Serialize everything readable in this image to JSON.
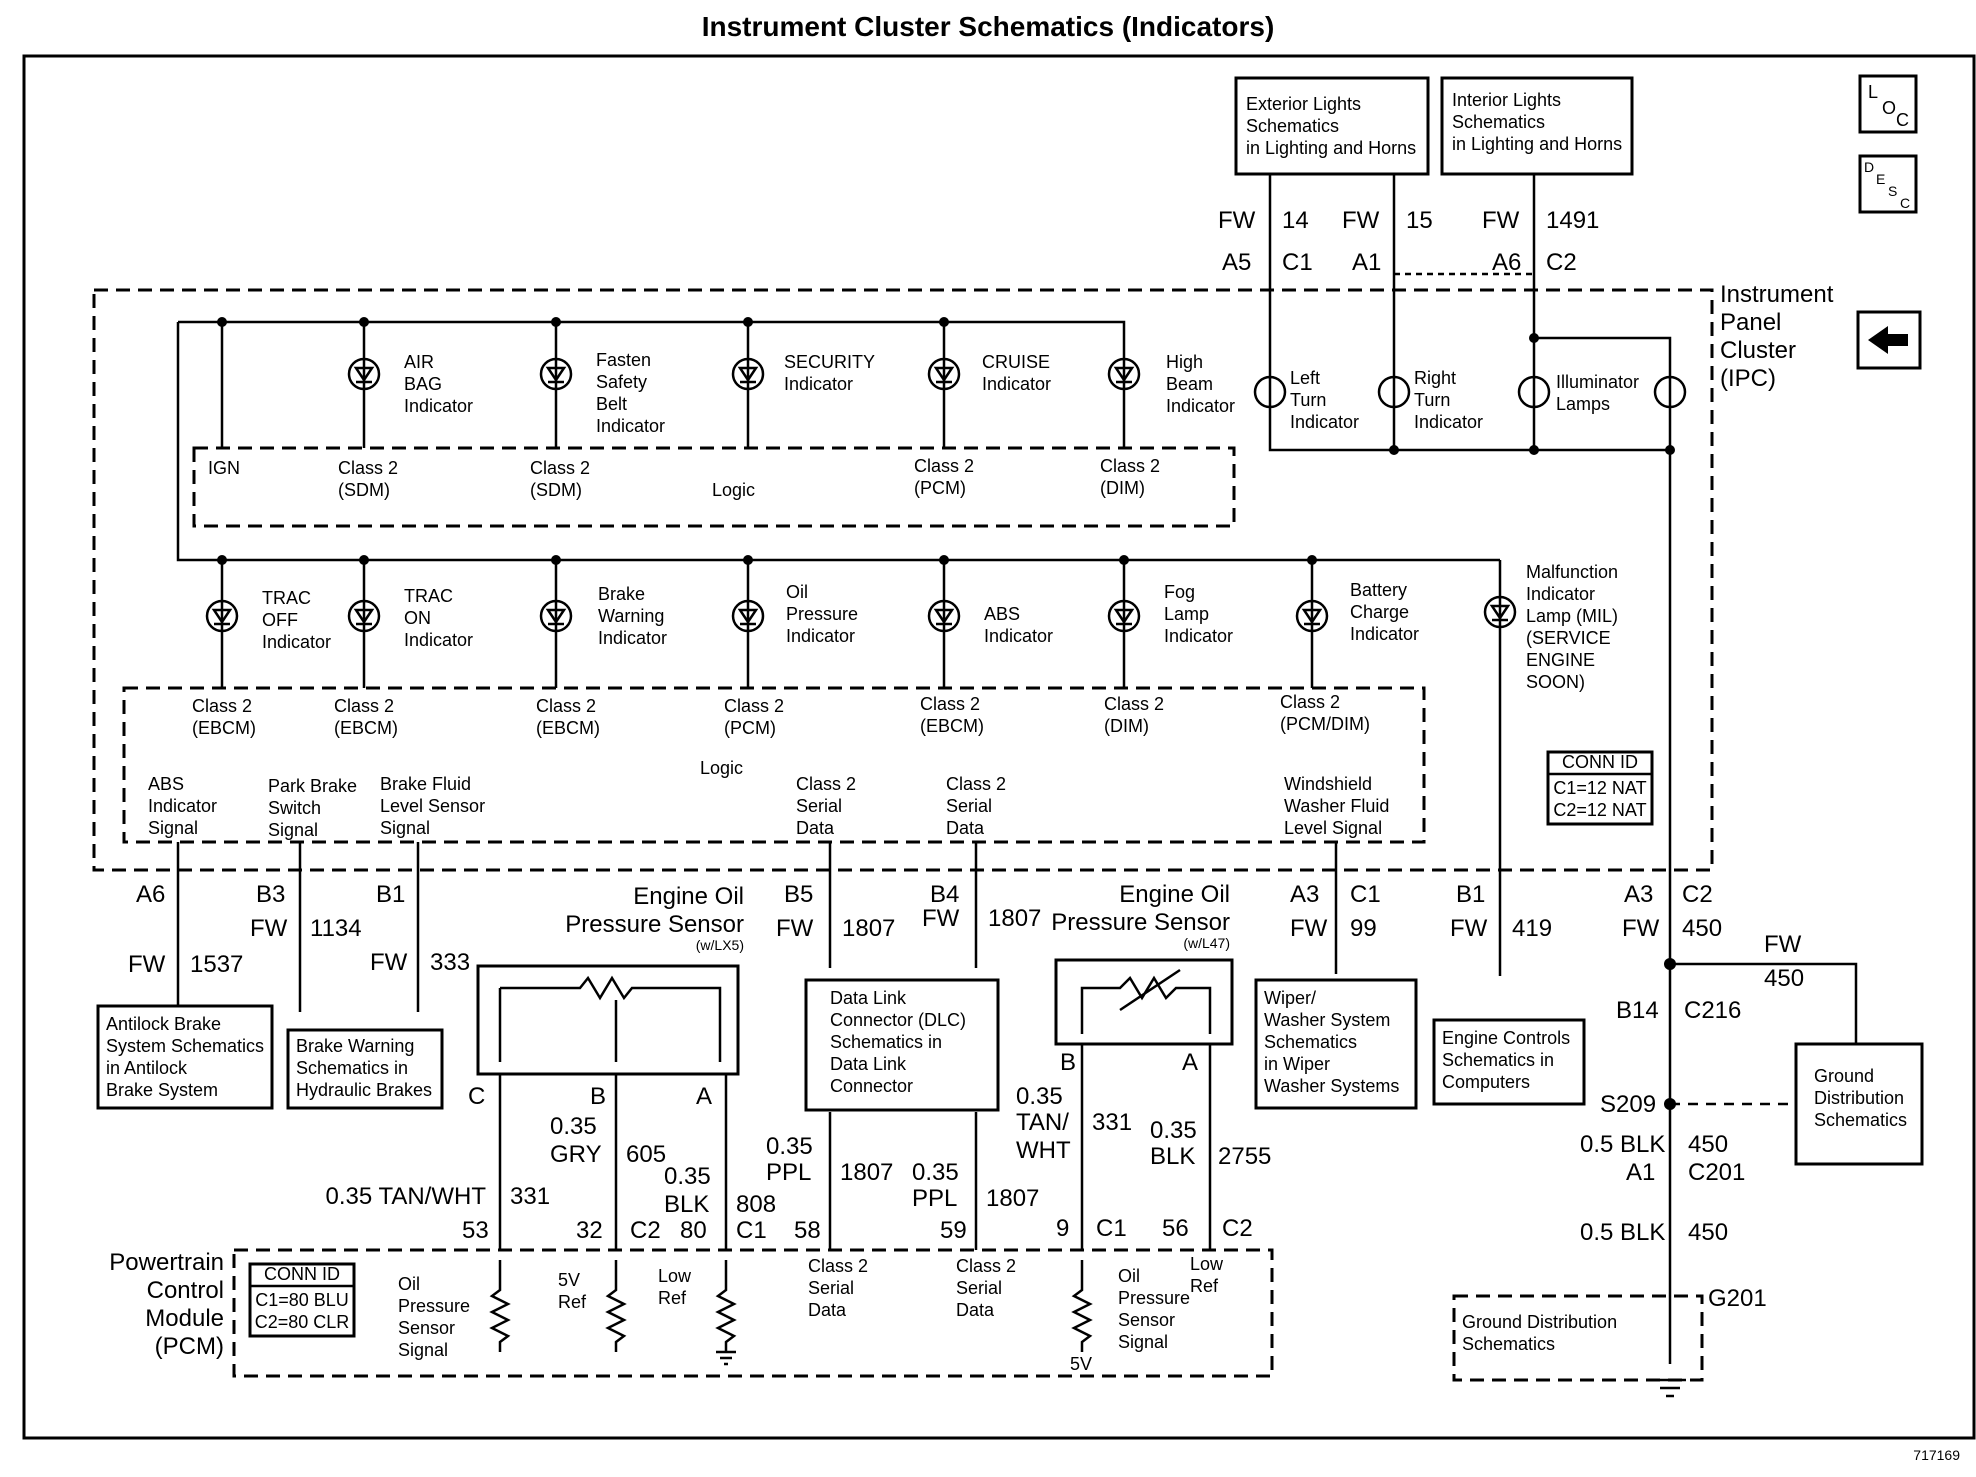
{
  "title": "Instrument Cluster Schematics (Indicators)",
  "figure_number": "717169",
  "side_icons": [
    {
      "icon": "loc-icon",
      "text": [
        "L",
        "O",
        "C"
      ]
    },
    {
      "icon": "desc-icon",
      "text": [
        "D",
        "E",
        "S",
        "C"
      ]
    },
    {
      "icon": "left-arrow-icon"
    }
  ],
  "ipc_label": [
    "Instrument",
    "Panel",
    "Cluster",
    "(IPC)"
  ],
  "top_refs": [
    {
      "lines": [
        "Exterior Lights",
        "Schematics",
        "in Lighting and Horns"
      ]
    },
    {
      "lines": [
        "Interior Lights",
        "Schematics",
        "in Lighting and Horns"
      ]
    }
  ],
  "top_wires": [
    {
      "color": "FW",
      "circuit": "14",
      "pin": "A5",
      "conn": "C1"
    },
    {
      "color": "FW",
      "circuit": "15",
      "pin": "A1",
      "conn": ""
    },
    {
      "color": "FW",
      "circuit": "1491",
      "pin": "A6",
      "conn": "C2"
    }
  ],
  "upper_indicators": [
    {
      "lines": [
        "AIR",
        "BAG",
        "Indicator"
      ]
    },
    {
      "lines": [
        "Fasten",
        "Safety",
        "Belt",
        "Indicator"
      ]
    },
    {
      "lines": [
        "SECURITY",
        "Indicator"
      ]
    },
    {
      "lines": [
        "CRUISE",
        "Indicator"
      ]
    },
    {
      "lines": [
        "High",
        "Beam",
        "Indicator"
      ]
    }
  ],
  "upper_logic": {
    "ign": "IGN",
    "logic": "Logic",
    "inputs": [
      [
        "Class 2",
        "(SDM)"
      ],
      [
        "Class 2",
        "(SDM)"
      ],
      [
        "Class 2",
        "(PCM)"
      ],
      [
        "Class 2",
        "(DIM)"
      ]
    ]
  },
  "turn_lamps": [
    {
      "lines": [
        "Left",
        "Turn",
        "Indicator"
      ]
    },
    {
      "lines": [
        "Right",
        "Turn",
        "Indicator"
      ]
    },
    {
      "lines": [
        "Illuminator",
        "Lamps"
      ]
    }
  ],
  "lower_indicators": [
    {
      "lines": [
        "TRAC",
        "OFF",
        "Indicator"
      ]
    },
    {
      "lines": [
        "TRAC",
        "ON",
        "Indicator"
      ]
    },
    {
      "lines": [
        "Brake",
        "Warning",
        "Indicator"
      ]
    },
    {
      "lines": [
        "Oil",
        "Pressure",
        "Indicator"
      ]
    },
    {
      "lines": [
        "ABS",
        "Indicator"
      ]
    },
    {
      "lines": [
        "Fog",
        "Lamp",
        "Indicator"
      ]
    },
    {
      "lines": [
        "Battery",
        "Charge",
        "Indicator"
      ]
    },
    {
      "lines": [
        "Malfunction",
        "Indicator",
        "Lamp (MIL)",
        "(SERVICE",
        "ENGINE",
        "SOON)"
      ]
    }
  ],
  "lower_logic": {
    "logic": "Logic",
    "classes": [
      [
        "Class 2",
        "(EBCM)"
      ],
      [
        "Class 2",
        "(EBCM)"
      ],
      [
        "Class 2",
        "(EBCM)"
      ],
      [
        "Class 2",
        "(PCM)"
      ],
      [
        "Class 2",
        "(EBCM)"
      ],
      [
        "Class 2",
        "(DIM)"
      ],
      [
        "Class 2",
        "(PCM/DIM)"
      ]
    ],
    "signals": [
      [
        "ABS",
        "Indicator",
        "Signal"
      ],
      [
        "Park Brake",
        "Switch",
        "Signal"
      ],
      [
        "Brake Fluid",
        "Level Sensor",
        "Signal"
      ],
      [
        "Class 2",
        "Serial",
        "Data"
      ],
      [
        "Class 2",
        "Serial",
        "Data"
      ],
      [
        "Windshield",
        "Washer Fluid",
        "Level Signal"
      ]
    ]
  },
  "ipc_conn_id": {
    "title": "CONN ID",
    "rows": [
      "C1=12 NAT",
      "C2=12 NAT"
    ]
  },
  "bottom_wires": [
    {
      "pin": "A6",
      "conn": "",
      "color": "FW",
      "circuit": "1537"
    },
    {
      "pin": "B3",
      "conn": "",
      "color": "FW",
      "circuit": "1134"
    },
    {
      "pin": "B1",
      "conn": "",
      "color": "FW",
      "circuit": "333"
    },
    {
      "pin": "B5",
      "conn": "",
      "color": "FW",
      "circuit": "1807"
    },
    {
      "pin": "B4",
      "conn": "",
      "color": "FW",
      "circuit": "1807"
    },
    {
      "pin": "A3",
      "conn": "C1",
      "color": "FW",
      "circuit": "99"
    },
    {
      "pin": "B1",
      "conn": "",
      "color": "FW",
      "circuit": "419"
    },
    {
      "pin": "A3",
      "conn": "C2",
      "color": "FW",
      "circuit": "450"
    }
  ],
  "bottom_refs": [
    {
      "lines": [
        "Antilock Brake",
        "System Schematics",
        "in Antilock",
        "Brake System"
      ]
    },
    {
      "lines": [
        "Brake Warning",
        "Schematics in",
        "Hydraulic Brakes"
      ]
    },
    {
      "lines": [
        "Data Link",
        "Connector (DLC)",
        "Schematics in",
        "Data Link",
        "Connector"
      ]
    },
    {
      "lines": [
        "Wiper/",
        "Washer System",
        "Schematics",
        "in Wiper",
        "Washer Systems"
      ]
    },
    {
      "lines": [
        "Engine Controls",
        "Schematics in",
        "Computers"
      ]
    },
    {
      "lines": [
        "Ground",
        "Distribution",
        "Schematics"
      ]
    }
  ],
  "sensor_lx5": {
    "title": [
      "Engine Oil",
      "Pressure Sensor"
    ],
    "variant": "(w/LX5)",
    "pins": [
      "C",
      "B",
      "A"
    ],
    "wires": [
      {
        "size_color": "0.35 TAN/WHT",
        "circuit": "331",
        "pcm_pin": "53",
        "pcm_conn": ""
      },
      {
        "size_color": [
          "0.35",
          "GRY"
        ],
        "circuit": "605",
        "pcm_pin": "32",
        "pcm_conn": "C2"
      },
      {
        "size_color": [
          "0.35",
          "BLK"
        ],
        "circuit": "808",
        "pcm_pin": "80",
        "pcm_conn": "C1"
      }
    ]
  },
  "dlc_wires": [
    {
      "size_color": [
        "0.35",
        "PPL"
      ],
      "circuit": "1807",
      "pcm_pin": "58"
    },
    {
      "size_color": [
        "0.35",
        "PPL"
      ],
      "circuit": "1807",
      "pcm_pin": "59"
    }
  ],
  "sensor_l47": {
    "title": [
      "Engine Oil",
      "Pressure Sensor"
    ],
    "variant": "(w/L47)",
    "pins": [
      "B",
      "A"
    ],
    "wires": [
      {
        "size_color": [
          "0.35",
          "TAN/",
          "WHT"
        ],
        "circuit": "331",
        "pcm_pin": "9",
        "pcm_conn": "C1"
      },
      {
        "size_color": [
          "0.35",
          "BLK"
        ],
        "circuit": "2755",
        "pcm_pin": "56",
        "pcm_conn": "C2"
      }
    ]
  },
  "pcm": {
    "label": [
      "Powertrain",
      "Control",
      "Module",
      "(PCM)"
    ],
    "conn_id": {
      "title": "CONN ID",
      "rows": [
        "C1=80 BLU",
        "C2=80 CLR"
      ]
    },
    "inputs": [
      [
        "Oil",
        "Pressure",
        "Sensor",
        "Signal"
      ],
      [
        "5V",
        "Ref"
      ],
      [
        "Low",
        "Ref"
      ],
      [
        "Class 2",
        "Serial",
        "Data"
      ],
      [
        "Class 2",
        "Serial",
        "Data"
      ],
      [
        "Oil",
        "Pressure",
        "Sensor",
        "Signal"
      ],
      [
        "Low",
        "Ref"
      ]
    ],
    "supply": "5V"
  },
  "ground_path": {
    "fw_branch": {
      "color": "FW",
      "circuit": "450"
    },
    "c216": {
      "pin": "B14",
      "conn": "C216"
    },
    "splice": "S209",
    "c201": {
      "size_color": "0.5 BLK",
      "circuit": "450",
      "pin": "A1",
      "conn": "C201"
    },
    "wire2": {
      "size_color": "0.5 BLK",
      "circuit": "450"
    },
    "ground": "G201",
    "ref": [
      "Ground Distribution",
      "Schematics"
    ]
  }
}
